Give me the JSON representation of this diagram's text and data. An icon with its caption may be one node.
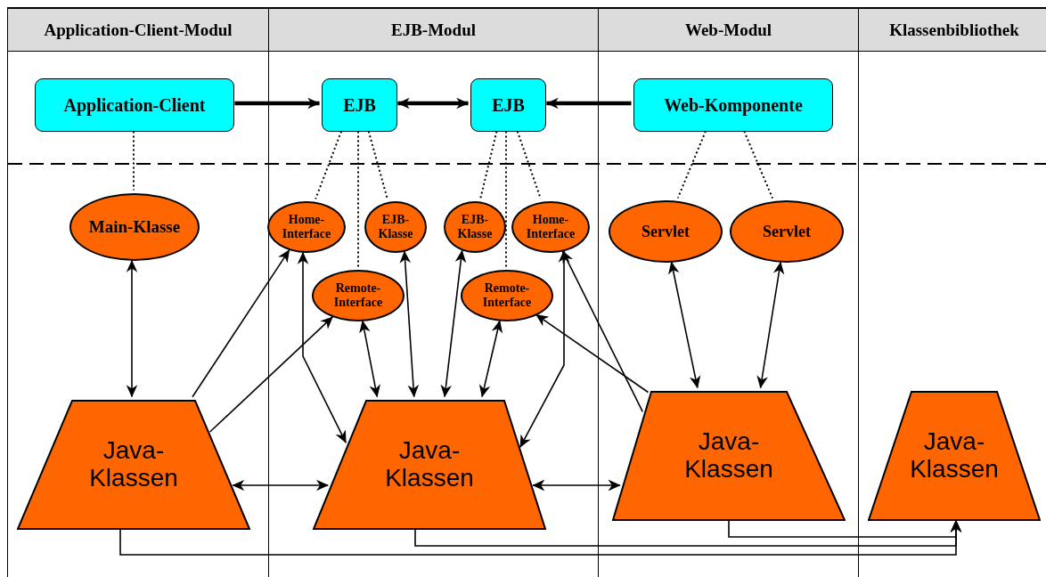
{
  "diagram": {
    "nodes": [
      {
        "text": [
          "Application-Client-Modul"
        ]
      },
      {
        "text": [
          "EJB-Modul"
        ]
      },
      {
        "text": [
          "Web-Modul"
        ]
      },
      {
        "text": [
          "Klassenbibliothek"
        ]
      },
      {
        "text": [
          "Application-Client"
        ],
        "in": 0
      },
      {
        "text": [
          "EJB"
        ],
        "in": 1
      },
      {
        "text": [
          "EJB"
        ],
        "in": 1
      },
      {
        "text": [
          "Web-Komponente"
        ],
        "in": 2
      },
      {
        "text": [
          "Main-Klasse"
        ],
        "in": 0
      },
      {
        "text": [
          "Home-Interface"
        ],
        "in": 1
      },
      {
        "text": [
          "EJB-Klasse"
        ],
        "in": 1
      },
      {
        "text": [
          "Remote-Interface"
        ],
        "in": 1
      },
      {
        "text": [
          "EJB-Klasse"
        ],
        "in": 1
      },
      {
        "text": [
          "Home-Interface"
        ],
        "in": 1
      },
      {
        "text": [
          "Remote-Interface"
        ],
        "in": 1
      },
      {
        "text": [
          "Servlet"
        ],
        "in": 2
      },
      {
        "text": [
          "Servlet"
        ],
        "in": 2
      },
      {
        "text": [
          "Java-Klassen"
        ],
        "in": 0
      },
      {
        "text": [
          "Java-Klassen"
        ],
        "in": 1
      },
      {
        "text": [
          "Java-Klassen"
        ],
        "in": 2
      },
      {
        "text": [
          "Java-Klassen"
        ],
        "in": 3
      }
    ],
    "edges": [
      {
        "from": 4,
        "to": 5,
        "arrow": "to",
        "style": "thick"
      },
      {
        "from": 5,
        "to": 6,
        "arrow": "both",
        "style": "thick"
      },
      {
        "from": 7,
        "to": 6,
        "arrow": "to",
        "style": "thick"
      },
      {
        "from": 4,
        "to": 8,
        "arrow": "none",
        "style": "dashed"
      },
      {
        "from": 5,
        "to": 9,
        "arrow": "none",
        "style": "dashed"
      },
      {
        "from": 5,
        "to": 10,
        "arrow": "none",
        "style": "dashed"
      },
      {
        "from": 5,
        "to": 11,
        "arrow": "none",
        "style": "dashed"
      },
      {
        "from": 6,
        "to": 12,
        "arrow": "none",
        "style": "dashed"
      },
      {
        "from": 6,
        "to": 13,
        "arrow": "none",
        "style": "dashed"
      },
      {
        "from": 6,
        "to": 14,
        "arrow": "none",
        "style": "dashed"
      },
      {
        "from": 7,
        "to": 15,
        "arrow": "none",
        "style": "dashed"
      },
      {
        "from": 7,
        "to": 16,
        "arrow": "none",
        "style": "dashed"
      },
      {
        "from": 8,
        "to": 17,
        "arrow": "both"
      },
      {
        "from": 17,
        "to": 9,
        "arrow": "to"
      },
      {
        "from": 17,
        "to": 11,
        "arrow": "to"
      },
      {
        "from": 9,
        "to": 18,
        "arrow": "both"
      },
      {
        "from": 11,
        "to": 18,
        "arrow": "both"
      },
      {
        "from": 10,
        "to": 18,
        "arrow": "both"
      },
      {
        "from": 12,
        "to": 18,
        "arrow": "both"
      },
      {
        "from": 14,
        "to": 18,
        "arrow": "both"
      },
      {
        "from": 13,
        "to": 18,
        "arrow": "both"
      },
      {
        "from": 19,
        "to": 14,
        "arrow": "to"
      },
      {
        "from": 19,
        "to": 13,
        "arrow": "to"
      },
      {
        "from": 15,
        "to": 19,
        "arrow": "both"
      },
      {
        "from": 16,
        "to": 19,
        "arrow": "both"
      },
      {
        "from": 17,
        "to": 18,
        "arrow": "both"
      },
      {
        "from": 18,
        "to": 19,
        "arrow": "both"
      },
      {
        "from": 17,
        "to": 20,
        "arrow": "to"
      },
      {
        "from": 18,
        "to": 20,
        "arrow": "to"
      },
      {
        "from": 19,
        "to": 20,
        "arrow": "to"
      }
    ]
  }
}
